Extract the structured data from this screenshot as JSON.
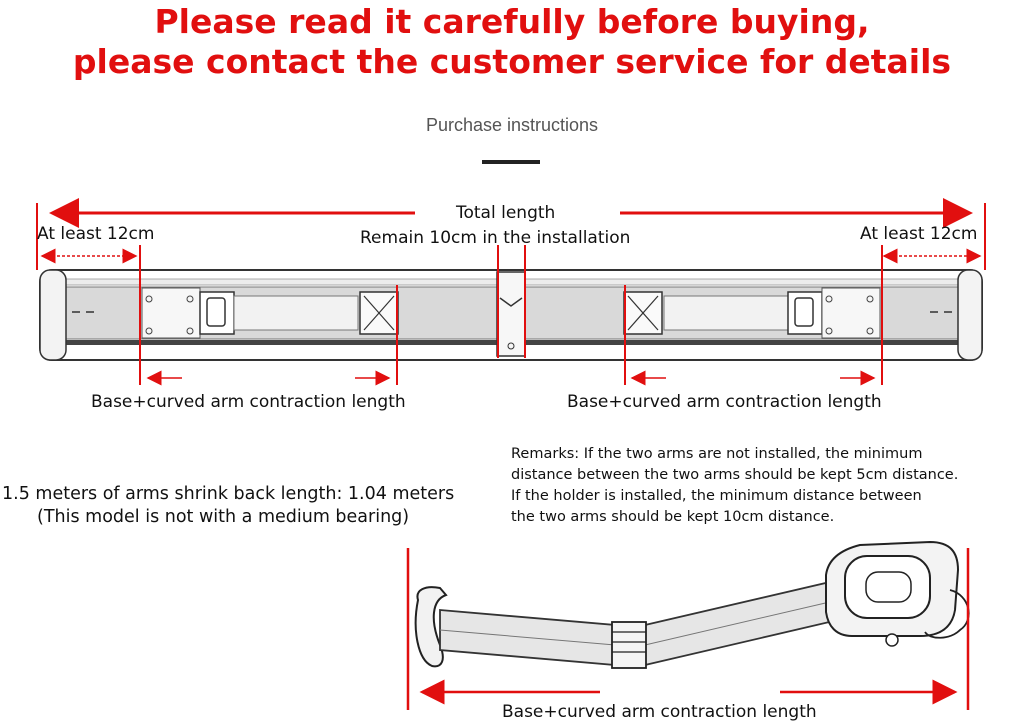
{
  "warning": {
    "line1": "Please read it carefully before buying,",
    "line2": "please contact the customer service for details"
  },
  "section_title": "Purchase instructions",
  "top_diagram": {
    "total_length_label": "Total length",
    "remain_label": "Remain 10cm in the installation",
    "at_least_left": "At least 12cm",
    "at_least_right": "At least 12cm",
    "contraction_left": "Base+curved arm contraction length",
    "contraction_right": "Base+curved arm contraction length"
  },
  "shrink_info": {
    "line1": "1.5 meters of arms shrink back length: 1.04 meters",
    "line2": "(This model is not with a medium bearing)"
  },
  "remarks": {
    "line1": "Remarks: If the two arms are not installed, the minimum",
    "line2": "distance between the two arms should be kept 5cm distance.",
    "line3": "If the holder is installed, the minimum distance between",
    "line4": "the two arms should be kept 10cm distance."
  },
  "bottom_diagram": {
    "contraction_label": "Base+curved arm contraction length"
  },
  "colors": {
    "accent_red": "#e10f0f",
    "rail_gray": "#d9d9d9",
    "outline": "#333333"
  }
}
